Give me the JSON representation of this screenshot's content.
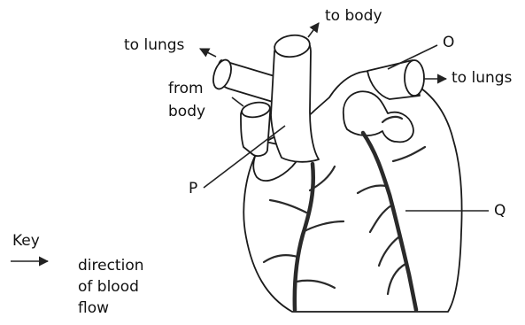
{
  "labels": {
    "to_body": "to body",
    "to_lungs_left": "to lungs",
    "to_lungs_right": "to lungs",
    "from_body_1": "from",
    "from_body_2": "body",
    "O": "O",
    "P": "P",
    "Q": "Q"
  },
  "key": {
    "title": "Key",
    "line1": "direction",
    "line2": "of blood",
    "line3": "flow"
  }
}
